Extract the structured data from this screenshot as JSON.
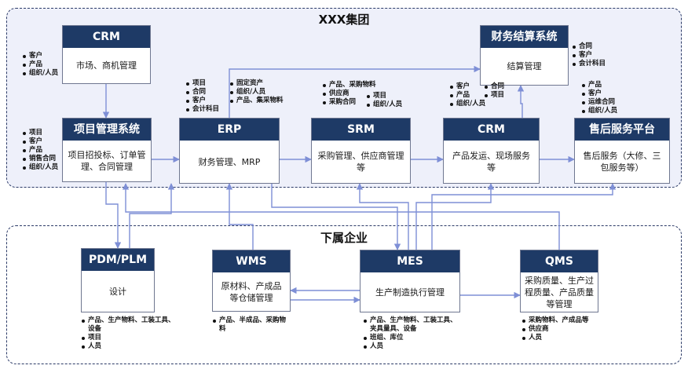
{
  "regions": {
    "group": {
      "title": "XXX集团"
    },
    "subsidiary": {
      "title": "下属企业"
    }
  },
  "systems": {
    "crm_top": {
      "title": "CRM",
      "body": "市场、商机管理"
    },
    "finance": {
      "title": "财务结算系统",
      "body": "结算管理"
    },
    "project": {
      "title": "项目管理系统",
      "body": "项目招投标、订单管理、合同管理"
    },
    "erp": {
      "title": "ERP",
      "body": "财务管理、MRP"
    },
    "srm": {
      "title": "SRM",
      "body": "采购管理、供应商管理等"
    },
    "crm_mid": {
      "title": "CRM",
      "body": "产品发运、现场服务等"
    },
    "aftersales": {
      "title": "售后服务平台",
      "body": "售后服务（大修、三包服务等）"
    },
    "pdm": {
      "title": "PDM/PLM",
      "body": "设计"
    },
    "wms": {
      "title": "WMS",
      "body": "原材料、产成品等仓储管理"
    },
    "mes": {
      "title": "MES",
      "body": "生产制造执行管理"
    },
    "qms": {
      "title": "QMS",
      "body": "采购质量、生产过程质量、产品质量等管理"
    }
  },
  "notes": {
    "crm_top": [
      "客户",
      "产品",
      "组织/人员"
    ],
    "finance": [
      "合同",
      "客户",
      "会计科目"
    ],
    "erp_left": [
      "项目",
      "合同",
      "客户",
      "会计科目"
    ],
    "erp_right": [
      "固定资产",
      "组织/人员",
      "产品、集采物料"
    ],
    "srm_left": [
      "产品、采购物料",
      "供应商",
      "采购合同"
    ],
    "srm_right": [
      "项目",
      "组织/人员"
    ],
    "crm_mid_left": [
      "客户",
      "产品",
      "组织/人员"
    ],
    "crm_mid_right": [
      "合同",
      "项目"
    ],
    "aftersales": [
      "产品",
      "客户",
      "运维合同",
      "组织/人员"
    ],
    "project": [
      "项目",
      "客户",
      "产品",
      "销售合同",
      "组织/人员"
    ],
    "pdm": [
      "产品、生产物料、工装工具、设备",
      "项目",
      "人员"
    ],
    "wms": [
      "产品、半成品、采购物料"
    ],
    "mes": [
      "产品、生产物料、工装工具、夹具量具、设备",
      "班组、库位",
      "人员"
    ],
    "qms": [
      "采购物料、产成品等",
      "供应商",
      "人员"
    ]
  },
  "colors": {
    "header": "#1e3a66",
    "connector": "#7e8fd6",
    "border": "#2b3a67"
  }
}
